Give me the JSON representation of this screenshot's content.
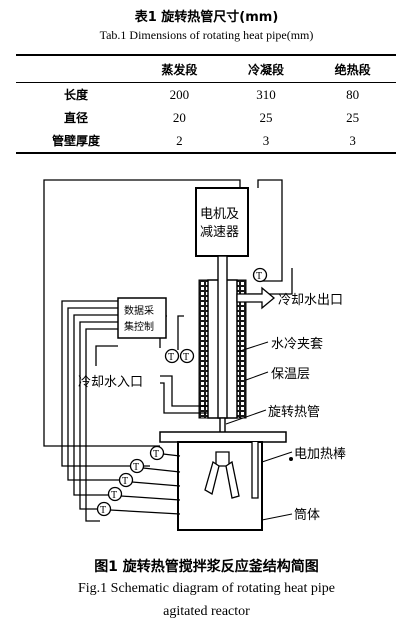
{
  "table": {
    "caption_cn": "表1 旋转热管尺寸(mm)",
    "caption_en": "Tab.1 Dimensions of rotating heat pipe(mm)",
    "columns": [
      "",
      "蒸发段",
      "冷凝段",
      "绝热段"
    ],
    "rows": [
      {
        "label": "长度",
        "values": [
          "200",
          "310",
          "80"
        ]
      },
      {
        "label": "直径",
        "values": [
          "20",
          "25",
          "25"
        ]
      },
      {
        "label": "管壁厚度",
        "values": [
          "2",
          "3",
          "3"
        ]
      }
    ]
  },
  "figure": {
    "labels": {
      "motor_line1": "电机及",
      "motor_line2": "减速器",
      "daq_line1": "数据采",
      "daq_line2": "集控制",
      "cooling_outlet": "冷却水出口",
      "cooling_inlet": "冷却水入口",
      "water_jacket": "水冷夹套",
      "insulation": "保温层",
      "heat_pipe": "旋转热管",
      "heater": "电加热棒",
      "vessel": "筒体",
      "thermocouple": "T"
    },
    "caption_cn": "图1  旋转热管搅拌浆反应釜结构简图",
    "caption_en_line1": "Fig.1 Schematic diagram of rotating heat pipe",
    "caption_en_line2": "agitated reactor"
  }
}
